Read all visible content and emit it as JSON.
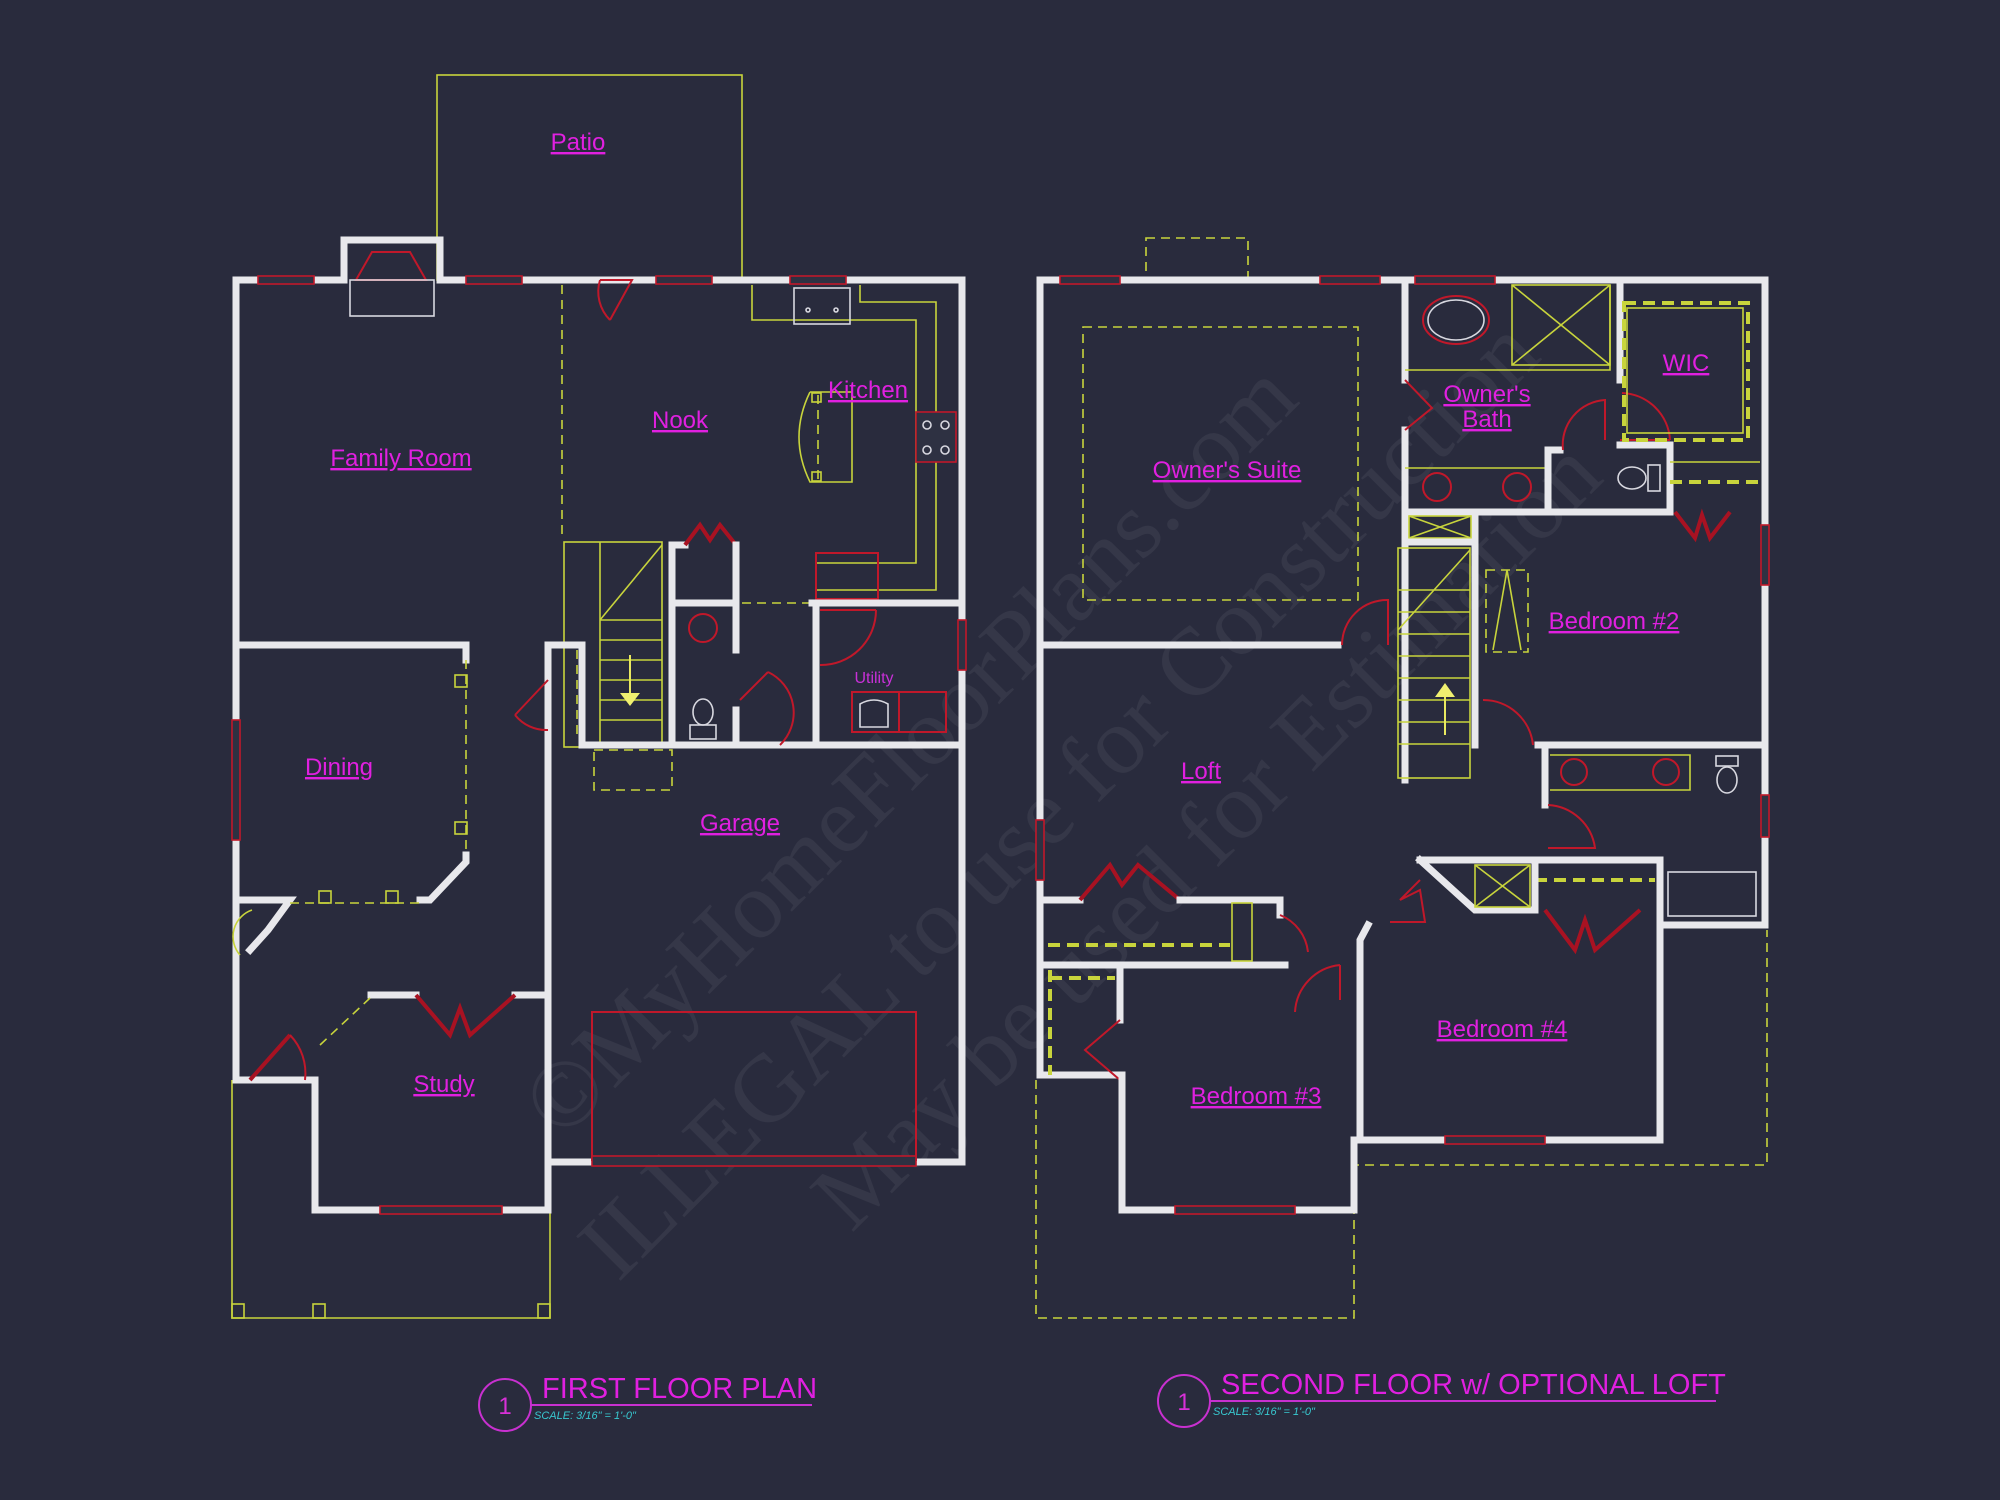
{
  "colors": {
    "background": "#292b3d",
    "walls": "#e8e8ec",
    "labels": "#e020e0",
    "fixtures_yellow": "#c8d43c",
    "doors_windows_red": "#c0182a",
    "scale_text": "#38c8d0"
  },
  "watermark": {
    "line1": "©MyHomeFloorPlans.com",
    "line2": "ILLEGAL to use for Construction",
    "line3": "May be used for Estimation"
  },
  "first_floor": {
    "title": "FIRST FLOOR PLAN",
    "number": "1",
    "scale": "SCALE: 3/16\" = 1'-0\"",
    "rooms": {
      "patio": "Patio",
      "family_room": "Family Room",
      "nook": "Nook",
      "kitchen": "Kitchen",
      "dining": "Dining",
      "utility": "Utility",
      "garage": "Garage",
      "study": "Study"
    }
  },
  "second_floor": {
    "title": "SECOND FLOOR w/ OPTIONAL LOFT",
    "number": "1",
    "scale": "SCALE: 3/16\" = 1'-0\"",
    "rooms": {
      "owners_suite": "Owner's Suite",
      "owners_bath_1": "Owner's",
      "owners_bath_2": "Bath",
      "wic": "WIC",
      "bedroom_2": "Bedroom #2",
      "loft": "Loft",
      "bedroom_3": "Bedroom #3",
      "bedroom_4": "Bedroom #4"
    }
  }
}
